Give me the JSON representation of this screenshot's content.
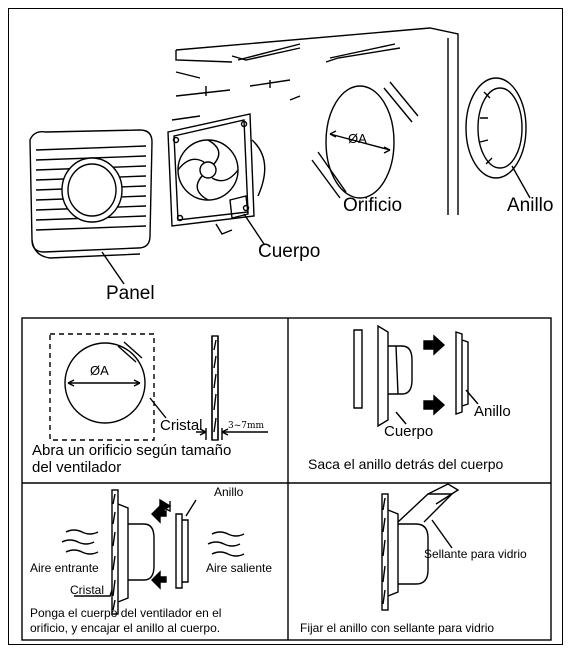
{
  "top": {
    "labels": {
      "orificio": "Orificio",
      "anillo": "Anillo",
      "cuerpo": "Cuerpo",
      "panel": "Panel",
      "diameter": "ØA"
    }
  },
  "step1": {
    "diameter": "ØA",
    "cristal": "Cristal",
    "thickness": "3~7mm",
    "caption_line1": "Abra un orificio según tamaño",
    "caption_line2": "del ventilador"
  },
  "step2": {
    "cuerpo": "Cuerpo",
    "anillo": "Anillo",
    "caption": "Saca el anillo detrás del cuerpo"
  },
  "step3": {
    "anillo": "Anillo",
    "aire_entrante": "Aire entrante",
    "aire_saliente": "Aire saliente",
    "cristal": "Cristal",
    "caption_line1": "Ponga el cuerpo del ventilador en el",
    "caption_line2": "orificio, y encajar el anillo al cuerpo."
  },
  "step4": {
    "sellante": "Sellante para vidrio",
    "caption": "Fijar el anillo con sellante para vidrio"
  }
}
